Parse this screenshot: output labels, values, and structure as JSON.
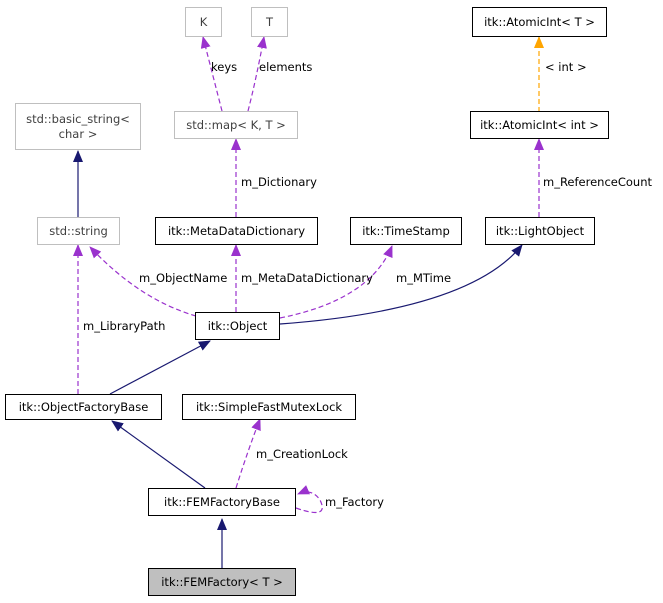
{
  "colors": {
    "inheritance": "#191970",
    "usage": "#9a32cd",
    "template": "#ffa500",
    "focus_fill": "#bfbfbf",
    "external_border": "#bfbfbf"
  },
  "nodes": {
    "K": "K",
    "T": "T",
    "atomic_int_t": "itk::AtomicInt< T >",
    "basic_string": "std::basic_string<\nchar >",
    "std_map": "std::map< K, T >",
    "atomic_int_int": "itk::AtomicInt< int >",
    "std_string": "std::string",
    "metadata_dictionary": "itk::MetaDataDictionary",
    "timestamp": "itk::TimeStamp",
    "light_object": "itk::LightObject",
    "object": "itk::Object",
    "object_factory_base": "itk::ObjectFactoryBase",
    "mutex_lock": "itk::SimpleFastMutexLock",
    "fem_factory_base": "itk::FEMFactoryBase",
    "fem_factory": "itk::FEMFactory< T >"
  },
  "edge_labels": {
    "keys": "keys",
    "elements": "elements",
    "int_arg": "< int >",
    "dictionary": "m_Dictionary",
    "reference_count": "m_ReferenceCount",
    "object_name": "m_ObjectName",
    "metadata_dictionary": "m_MetaDataDictionary",
    "mtime": "m_MTime",
    "library_path": "m_LibraryPath",
    "creation_lock": "m_CreationLock",
    "factory": "m_Factory"
  }
}
